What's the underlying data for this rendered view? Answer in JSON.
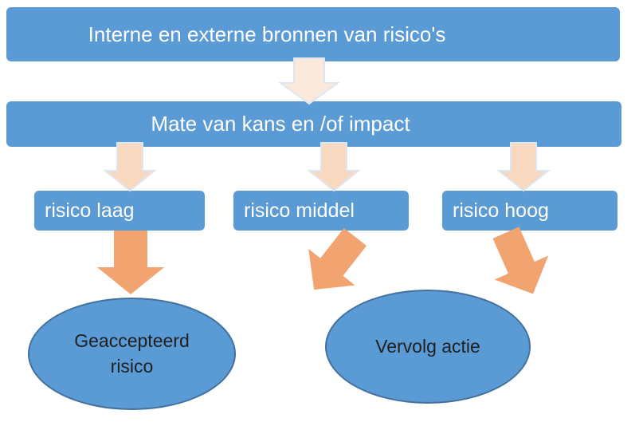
{
  "diagram": {
    "source_bar": {
      "label": "Interne en externe bronnen van risico's"
    },
    "impact_bar": {
      "label": "Mate van kans en /of impact"
    },
    "risk_levels": [
      {
        "label": "risico laag"
      },
      {
        "label": "risico middel"
      },
      {
        "label": "risico hoog"
      }
    ],
    "outcomes": [
      {
        "line1": "Geaccepteerd",
        "line2": "risico"
      },
      {
        "line1": "Vervolg actie",
        "line2": ""
      }
    ],
    "arrows": [
      {
        "name": "arrow-source-to-impact",
        "direction": "down",
        "style": "cream-outlined"
      },
      {
        "name": "arrow-impact-to-laag",
        "direction": "down",
        "style": "peach-outlined"
      },
      {
        "name": "arrow-impact-to-middel",
        "direction": "down",
        "style": "peach-outlined"
      },
      {
        "name": "arrow-impact-to-hoog",
        "direction": "down",
        "style": "peach-outlined"
      },
      {
        "name": "arrow-laag-to-geaccepteerd",
        "direction": "down",
        "style": "orange"
      },
      {
        "name": "arrow-middel-to-vervolg",
        "direction": "down-right",
        "style": "orange"
      },
      {
        "name": "arrow-hoog-to-vervolg",
        "direction": "down-left",
        "style": "orange"
      }
    ]
  },
  "colors": {
    "bar_blue": "#5b9bd5",
    "ellipse_blue": "#5b9bd5",
    "ellipse_border": "#41719c",
    "arrow_cream": "#fbe9dc",
    "arrow_peach": "#f8d8bf",
    "arrow_light_border": "#dde7f3",
    "arrow_orange": "#f2a470",
    "bar_text": "#ffffff",
    "ellipse_text": "#1f1f1f"
  }
}
